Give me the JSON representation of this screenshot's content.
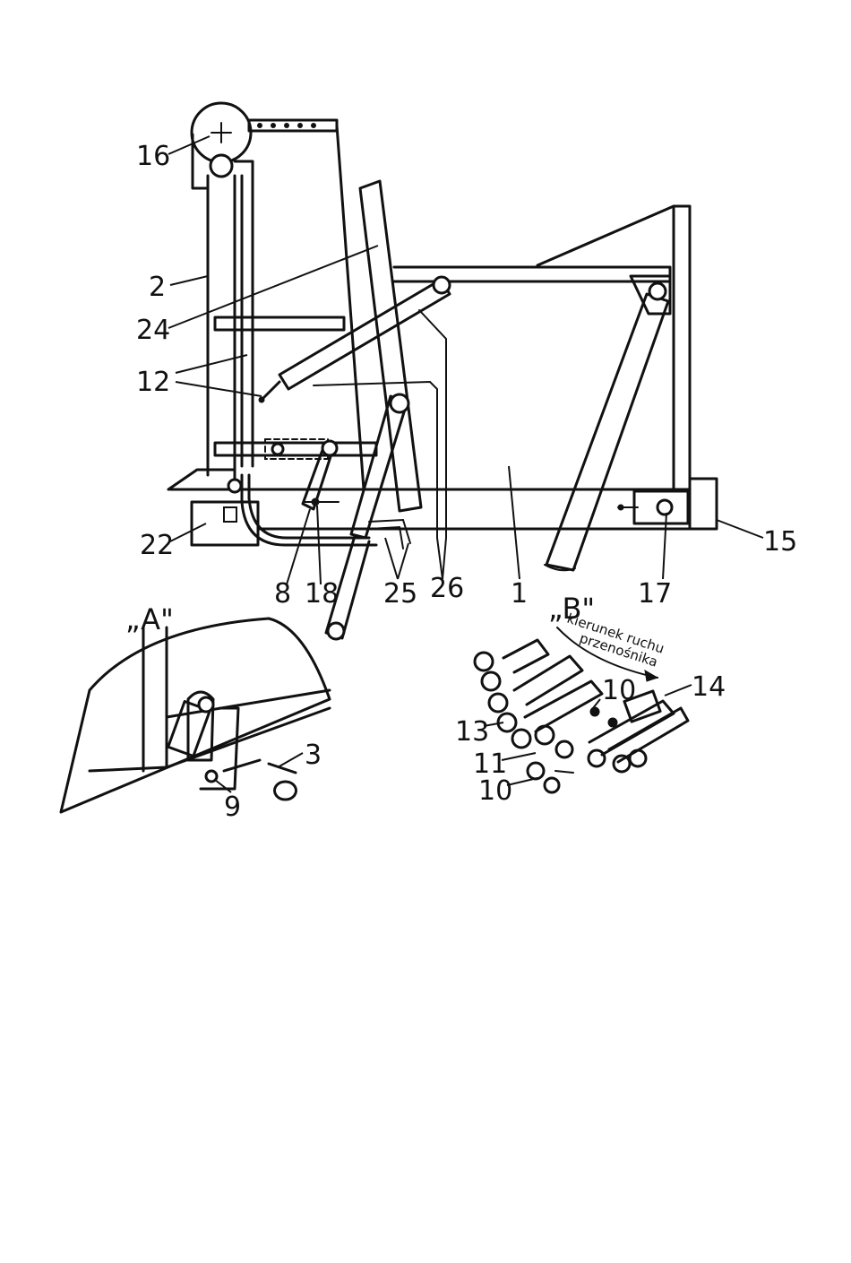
{
  "labels": {
    "l16": "16",
    "l2": "2",
    "l24": "24",
    "l12": "12",
    "l22": "22",
    "l8": "8",
    "l18": "18",
    "l25": "25",
    "l26": "26",
    "l1": "1",
    "l17": "17",
    "l15": "15",
    "l3": "3",
    "l9": "9",
    "l13": "13",
    "l11": "11",
    "l10a": "10",
    "l10b": "10",
    "l14": "14"
  },
  "views": {
    "a": "„A\"",
    "b": "„B\""
  },
  "direction_note": {
    "line1": "kierunek ruchu",
    "line2": "przenośnika"
  }
}
